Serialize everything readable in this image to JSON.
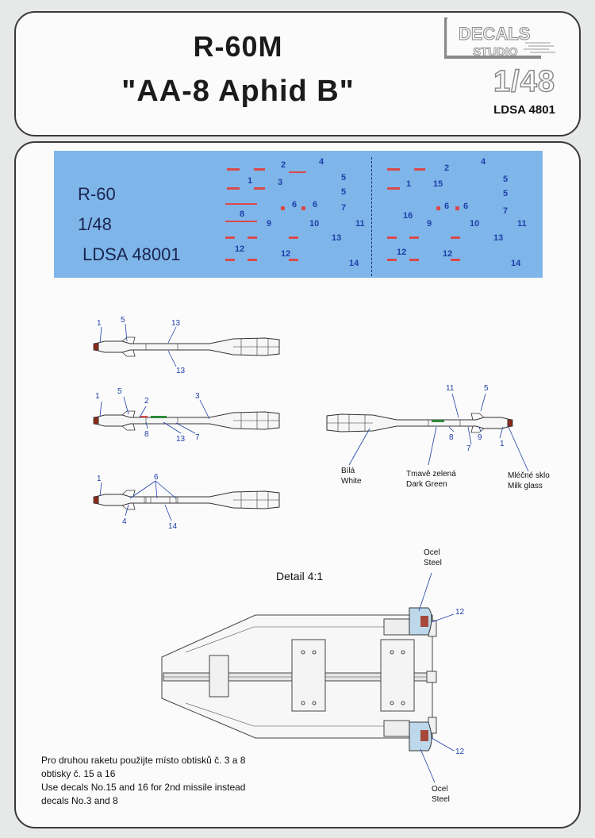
{
  "header": {
    "title_line1": "R-60M",
    "title_line2": "\"AA-8 Aphid B\"",
    "logo_line1": "DECALS",
    "logo_line2": "STUDIO",
    "logo_letter": "L",
    "scale": "1/48",
    "product_code": "LDSA 4801"
  },
  "decal_sheet": {
    "label_name": "R-60",
    "label_scale": "1/48",
    "label_code": "LDSA 48001",
    "numbers_left": [
      "2",
      "4",
      "1",
      "3",
      "5",
      "5",
      "6",
      "6",
      "7",
      "8",
      "9",
      "10",
      "11",
      "12",
      "12",
      "13",
      "14"
    ],
    "numbers_right": [
      "2",
      "4",
      "1",
      "15",
      "5",
      "5",
      "6",
      "6",
      "7",
      "16",
      "9",
      "10",
      "11",
      "12",
      "12",
      "13",
      "14"
    ]
  },
  "diagrams": {
    "missile_top": [
      "1",
      "5",
      "13",
      "13"
    ],
    "missile_mid": [
      "1",
      "5",
      "2",
      "3",
      "8",
      "13",
      "7"
    ],
    "missile_low": [
      "1",
      "6",
      "4",
      "14"
    ],
    "missile_right": [
      "11",
      "5",
      "8",
      "7",
      "9",
      "1"
    ],
    "colors": {
      "white_cz": "Bílá",
      "white_en": "White",
      "green_cz": "Tmavě zelená",
      "green_en": "Dark Green",
      "milk_cz": "Mléčné sklo",
      "milk_en": "Milk glass"
    }
  },
  "detail": {
    "label": "Detail  4:1",
    "steel_cz": "Ocel",
    "steel_en": "Steel",
    "callout": "12"
  },
  "notes": {
    "line1": "Pro  druhou  raketu použijte místo obtisků č. 3 a 8",
    "line2": "obtisky č. 15 a 16",
    "line3": "Use decals No.15 and 16 for 2nd missile instead",
    "line4": "decals No.3 and 8"
  },
  "colors": {
    "decal_background": "#7fb6ea",
    "callout_blue": "#1d3fa8",
    "decal_red": "#d94a4a",
    "dark_green": "#2e8a3a",
    "steel_blue": "#bcd8ea"
  }
}
